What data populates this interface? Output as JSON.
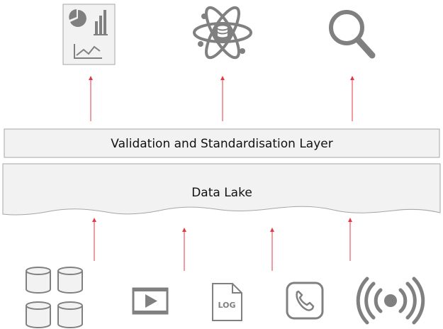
{
  "validation_layer": {
    "label": "Validation and Standardisation Layer"
  },
  "data_lake": {
    "label": "Data Lake"
  },
  "consumers": [
    {
      "icon": "dashboard-charts-icon"
    },
    {
      "icon": "data-science-atom-icon"
    },
    {
      "icon": "search-icon"
    }
  ],
  "sources": [
    {
      "icon": "databases-icon"
    },
    {
      "icon": "video-player-icon"
    },
    {
      "icon": "log-file-icon",
      "label": "LOG"
    },
    {
      "icon": "phone-icon"
    },
    {
      "icon": "broadcast-signal-icon"
    }
  ],
  "colors": {
    "arrow": "#e63946",
    "icon": "#808080",
    "layer_fill": "#f2f2f2",
    "layer_stroke": "#a6a6a6"
  }
}
